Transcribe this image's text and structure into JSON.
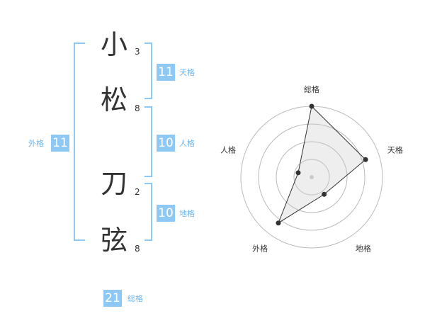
{
  "name": {
    "characters": [
      {
        "char": "小",
        "strokes": "3"
      },
      {
        "char": "松",
        "strokes": "8"
      },
      {
        "char": "刀",
        "strokes": "2"
      },
      {
        "char": "弦",
        "strokes": "8"
      }
    ]
  },
  "kakusu": {
    "tenkaku": {
      "value": "11",
      "label": "天格"
    },
    "jinkaku": {
      "value": "10",
      "label": "人格"
    },
    "chikaku": {
      "value": "10",
      "label": "地格"
    },
    "gaikaku": {
      "value": "11",
      "label": "外格"
    },
    "soukaku": {
      "value": "21",
      "label": "総格"
    }
  },
  "colors": {
    "accent": "#8ec8f4",
    "accent_text": "#6fb6ec",
    "text": "#333333",
    "grid": "#bbbbbb"
  },
  "chart_data": {
    "type": "radar",
    "axes": [
      "総格",
      "天格",
      "地格",
      "外格",
      "人格"
    ],
    "values": [
      5,
      4,
      1.5,
      4,
      1
    ],
    "rmax": 5,
    "rings": 4
  }
}
